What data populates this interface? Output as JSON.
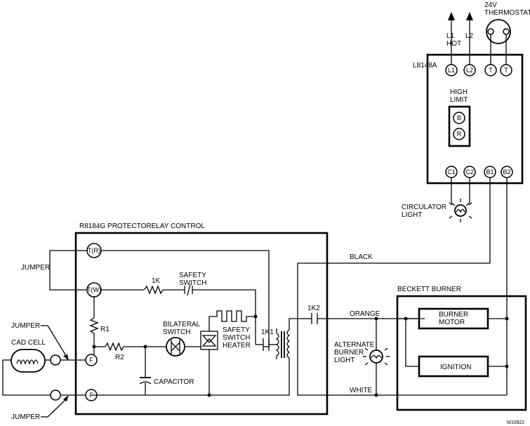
{
  "devices": {
    "thermostat": "24V\nTHERMOSTAT",
    "primary_control": "L8148A",
    "high_limit": "HIGH\nLIMIT",
    "protectorelay": "R8184G PROTECTORELAY CONTROL",
    "burner": "BECKETT BURNER"
  },
  "power": {
    "l1": "L1\nHOT",
    "l2": "L2"
  },
  "terminals": {
    "l1": "L1",
    "l2": "L2",
    "t": "T",
    "b": "B",
    "r": "R",
    "c1": "C1",
    "c2": "C2",
    "b1": "B1",
    "b2": "B2",
    "tr": "T(R)",
    "tw": "T(W)",
    "f": "F"
  },
  "labels": {
    "circulator_light": "CIRCULATOR\nLIGHT",
    "jumper": "JUMPER",
    "cad_cell": "CAD CELL",
    "safety_switch": "SAFETY\nSWITCH",
    "resistor_1k": "1K",
    "bilateral_switch": "BILATERAL\nSWITCH",
    "safety_switch_heater": "SAFETY\nSWITCH\nHEATER",
    "r1": "R1",
    "r2": "R2",
    "k1": "1K1",
    "k2": "1K2",
    "capacitor": "CAPACITOR",
    "alternate_burner_light": "ALTERNATE\nBURNER\nLIGHT",
    "burner_motor": "BURNER\nMOTOR",
    "ignition": "IGNITION"
  },
  "wires": {
    "black": "BLACK",
    "orange": "ORANGE",
    "white": "WHITE"
  },
  "figure_id": "M10922"
}
